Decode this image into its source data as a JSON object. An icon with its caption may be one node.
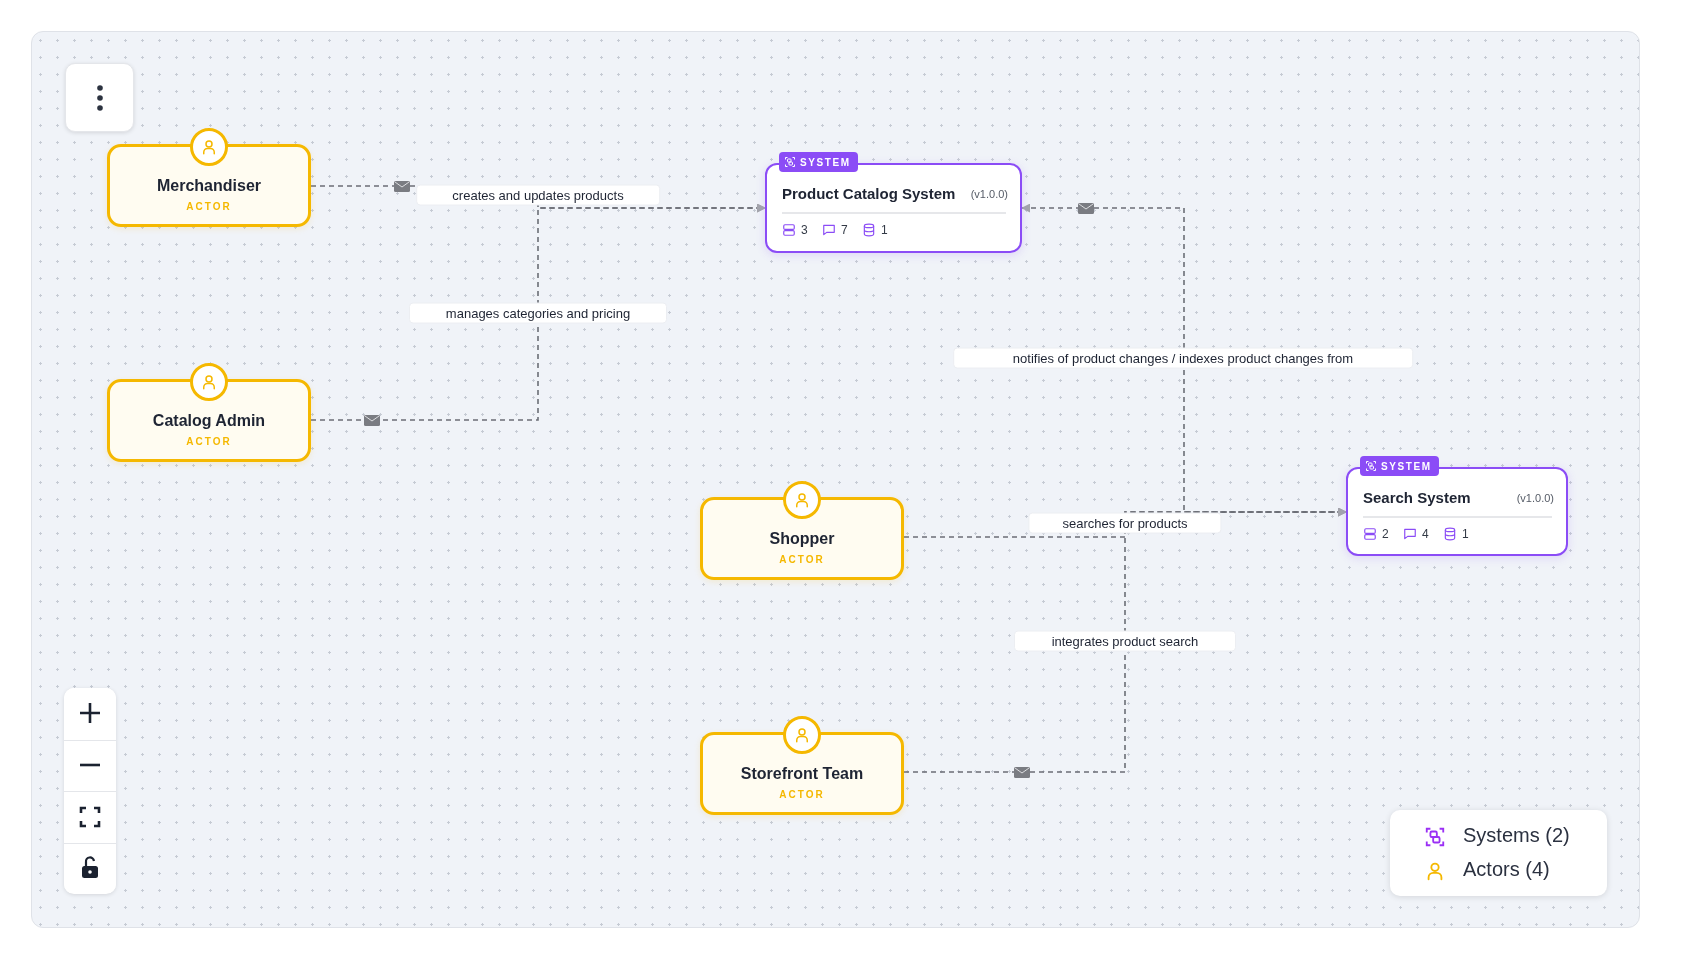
{
  "diagram": {
    "nodes": [
      {
        "text": [
          "Merchandiser",
          "ACTOR"
        ]
      },
      {
        "text": [
          "Catalog Admin",
          "ACTOR"
        ]
      },
      {
        "text": [
          "SYSTEM",
          "Product Catalog System",
          "(v1.0.0)",
          "3",
          "7",
          "1"
        ]
      },
      {
        "text": [
          "Shopper",
          "ACTOR"
        ]
      },
      {
        "text": [
          "SYSTEM",
          "Search System",
          "(v1.0.0)",
          "2",
          "4",
          "1"
        ]
      },
      {
        "text": [
          "Storefront Team",
          "ACTOR"
        ]
      }
    ],
    "edges": [
      {
        "from": 0,
        "to": 2,
        "arrow": "to",
        "label": "creates and updates products"
      },
      {
        "from": 1,
        "to": 2,
        "arrow": "to",
        "label": "manages categories and pricing"
      },
      {
        "from": 2,
        "to": 4,
        "arrow": "both",
        "label": "notifies of product changes / indexes product changes from"
      },
      {
        "from": 3,
        "to": 4,
        "arrow": "to",
        "label": "searches for products"
      },
      {
        "from": 5,
        "to": 4,
        "arrow": "to",
        "label": "integrates product search"
      }
    ],
    "legend": [
      {
        "text": "Systems (2)"
      },
      {
        "text": "Actors (4)"
      }
    ]
  }
}
